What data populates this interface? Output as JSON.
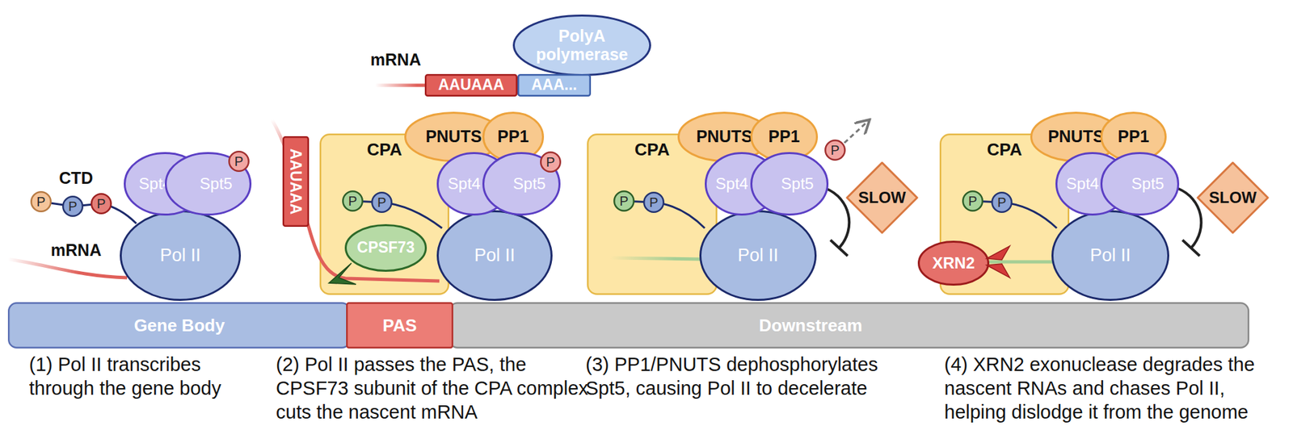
{
  "diagram": {
    "nodes": [
      {
        "text": [
          "P"
        ]
      },
      {
        "text": [
          "P"
        ]
      },
      {
        "text": [
          "P"
        ]
      },
      {
        "text": [
          "Spt4"
        ]
      },
      {
        "text": [
          "Spt5"
        ]
      },
      {
        "text": [
          "P"
        ],
        "in": 4
      },
      {
        "text": [
          "Pol II"
        ]
      },
      {
        "text": [
          "PolyA polymerase"
        ]
      },
      {
        "text": [
          "AAUAAA"
        ]
      },
      {
        "text": [
          "AAA..."
        ]
      },
      {
        "text": [
          "AAUAAA"
        ]
      },
      {
        "text": [
          "CPA"
        ]
      },
      {
        "text": [
          "P"
        ],
        "in": 11
      },
      {
        "text": [
          "P"
        ],
        "in": 11
      },
      {
        "text": [
          "CPSF73"
        ],
        "in": 11
      },
      {
        "text": [
          "PNUTS"
        ]
      },
      {
        "text": [
          "PP1"
        ]
      },
      {
        "text": [
          "Spt4"
        ]
      },
      {
        "text": [
          "Spt5"
        ]
      },
      {
        "text": [
          "P"
        ],
        "in": 18
      },
      {
        "text": [
          "Pol II"
        ]
      },
      {
        "text": [
          "CPA"
        ]
      },
      {
        "text": [
          "P"
        ],
        "in": 21
      },
      {
        "text": [
          "P"
        ],
        "in": 21
      },
      {
        "text": [
          "PNUTS"
        ]
      },
      {
        "text": [
          "PP1"
        ]
      },
      {
        "text": [
          "Spt4"
        ]
      },
      {
        "text": [
          "Spt5"
        ]
      },
      {
        "text": [
          "P"
        ]
      },
      {
        "text": [
          "Pol II"
        ]
      },
      {
        "text": [
          "SLOW"
        ]
      },
      {
        "text": [
          "CPA"
        ]
      },
      {
        "text": [
          "P"
        ],
        "in": 31
      },
      {
        "text": [
          "P"
        ],
        "in": 31
      },
      {
        "text": [
          "XRN2"
        ]
      },
      {
        "text": [
          "PNUTS"
        ]
      },
      {
        "text": [
          "PP1"
        ]
      },
      {
        "text": [
          "Spt4"
        ]
      },
      {
        "text": [
          "Spt5"
        ]
      },
      {
        "text": [
          "Pol II"
        ]
      },
      {
        "text": [
          "SLOW"
        ]
      },
      {
        "text": [
          "Gene Body"
        ]
      },
      {
        "text": [
          "PAS"
        ]
      },
      {
        "text": [
          "Downstream"
        ]
      }
    ],
    "labels": [
      "mRNA",
      "CTD",
      "mRNA",
      "(1) Pol II transcribes through the gene body",
      "(2) Pol II passes the PAS, the CPSF73 subunit of the CPA complex cuts the nascent mRNA",
      "(3) PP1/PNUTS dephosphorylates Spt5, causing Pol II to decelerate",
      "(4) XRN2 exonuclease degrades the nascent RNAs and chases Pol II, helping dislodge it from the genome"
    ]
  }
}
